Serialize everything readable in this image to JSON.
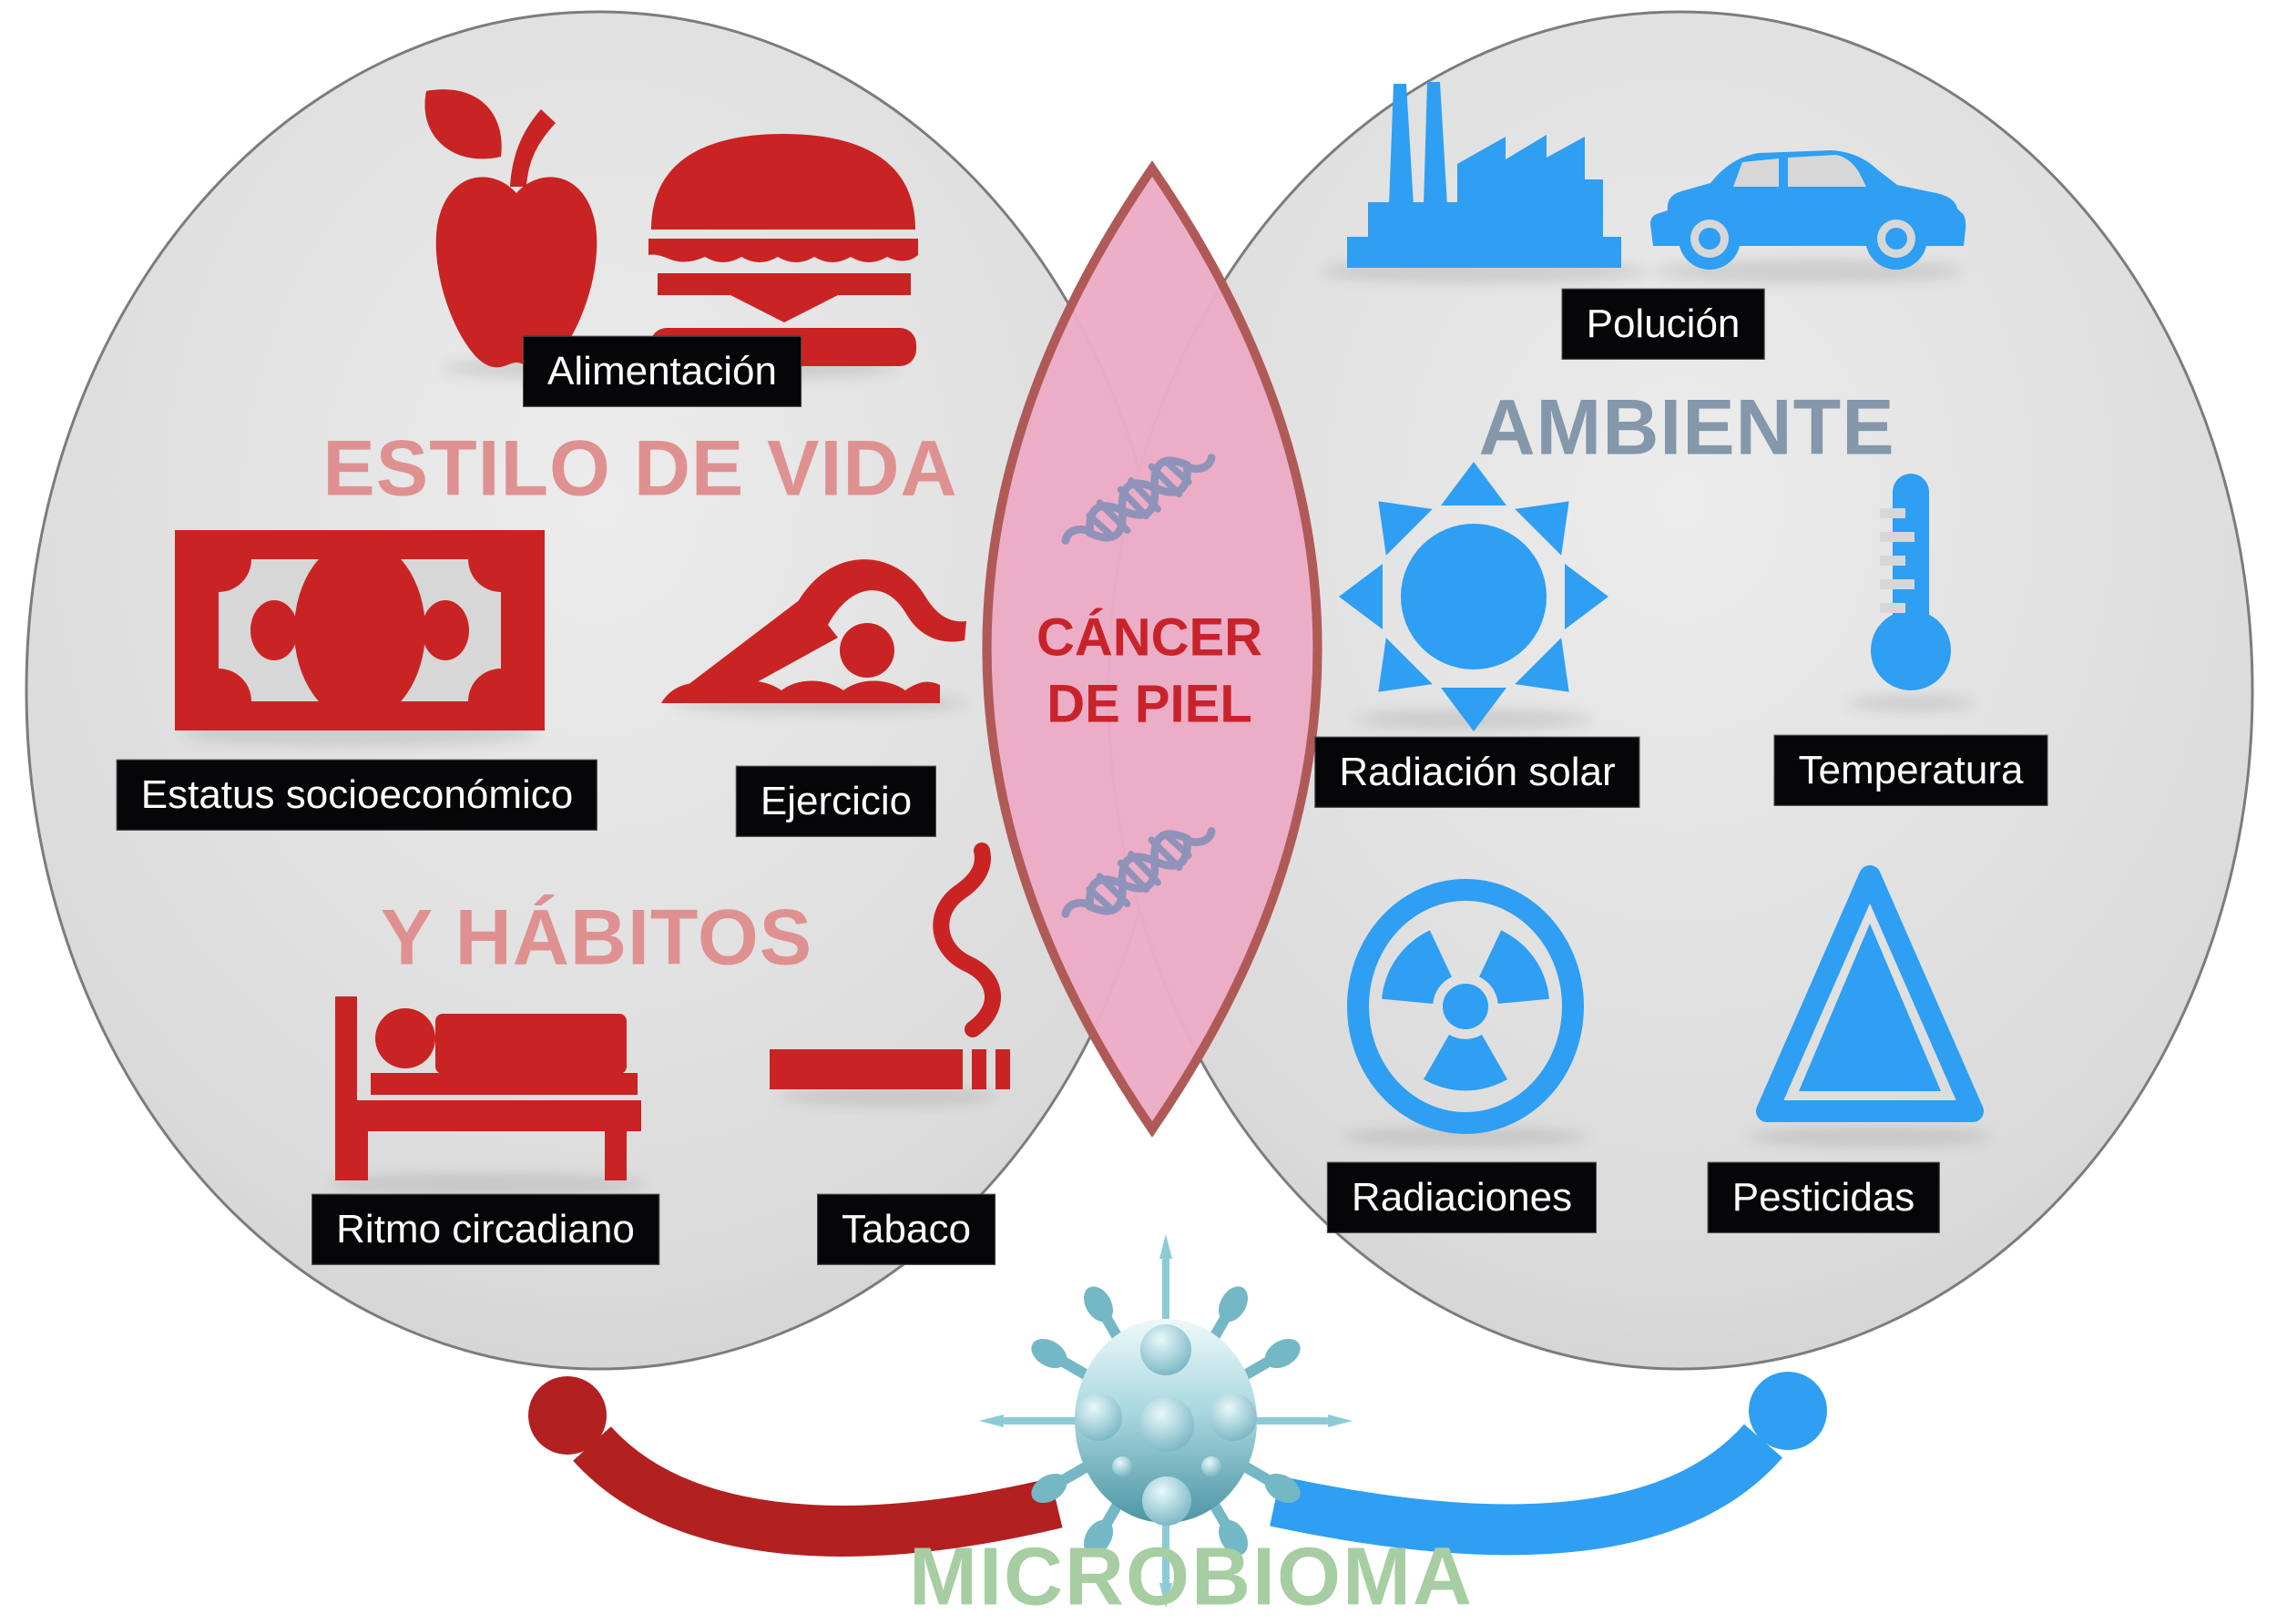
{
  "diagram": {
    "type": "venn-infographic",
    "background_color": "#ffffff",
    "circle_fill": "#dadada",
    "circle_border": "#7c7c7c",
    "left_set": {
      "title_line1": "ESTILO DE VIDA",
      "title_line2": "Y HÁBITOS",
      "title_color": "#df9191",
      "accent_color": "#c92423",
      "items": [
        {
          "label": "Alimentación",
          "icons": [
            "apple-icon",
            "burger-icon"
          ]
        },
        {
          "label": "Estatus socioeconómico",
          "icons": [
            "money-bill-icon"
          ]
        },
        {
          "label": "Ejercicio",
          "icons": [
            "swimmer-icon"
          ]
        },
        {
          "label": "Ritmo circadiano",
          "icons": [
            "bed-sleep-icon"
          ]
        },
        {
          "label": "Tabaco",
          "icons": [
            "cigarette-icon"
          ]
        }
      ]
    },
    "right_set": {
      "title": "AMBIENTE",
      "title_color": "#8497ab",
      "accent_color": "#2e9ff2",
      "items": [
        {
          "label": "Polución",
          "icons": [
            "factory-icon",
            "car-icon"
          ]
        },
        {
          "label": "Radiación solar",
          "icons": [
            "sun-icon"
          ]
        },
        {
          "label": "Temperatura",
          "icons": [
            "thermometer-icon"
          ]
        },
        {
          "label": "Radiaciones",
          "icons": [
            "radioactive-icon"
          ]
        },
        {
          "label": "Pesticidas",
          "icons": [
            "warning-triangle-icon"
          ]
        }
      ]
    },
    "intersection": {
      "label_line1": "CÁNCER",
      "label_line2": "DE PIEL",
      "text_color": "#c8232b",
      "fill_color": "#ecabc6",
      "border_color": "#b05a58",
      "dna_color": "#8691b9",
      "icons": [
        "dna-icon",
        "dna-icon"
      ]
    },
    "connector": {
      "label": "MICROBIOMA",
      "label_color": "#a7cda3",
      "left_color": "#b32020",
      "right_color": "#2e9ff2",
      "icon": "microbe-icon"
    },
    "label_style": {
      "background": "#060608",
      "text_color": "#ffffff"
    }
  }
}
